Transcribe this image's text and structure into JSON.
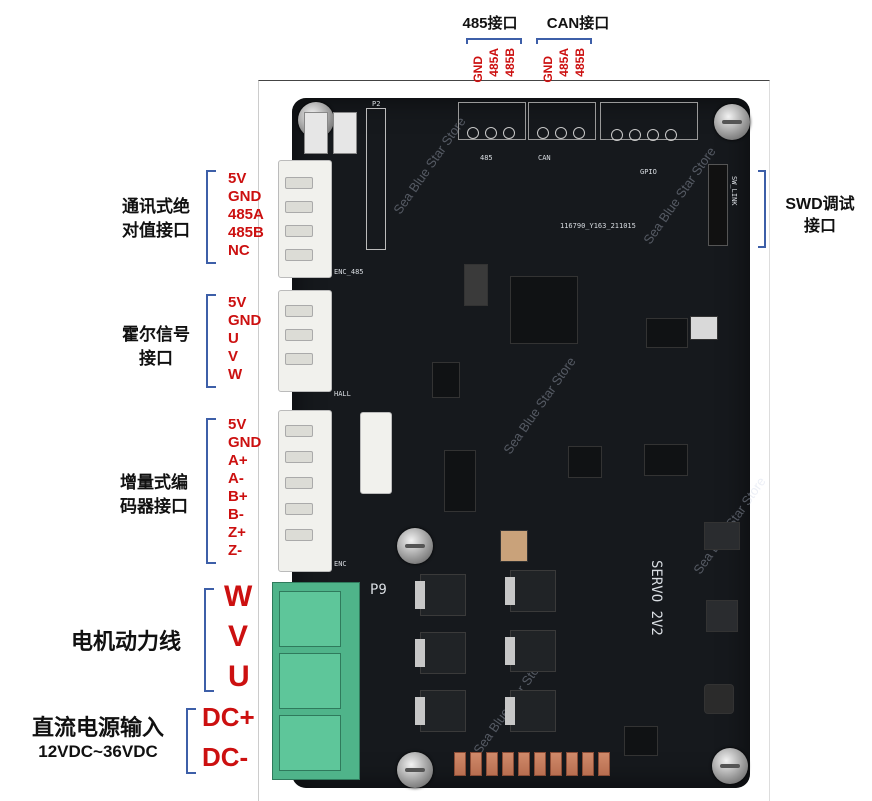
{
  "top_labels": {
    "rs485_port": "485接口",
    "can_port": "CAN接口",
    "rs485_pins": [
      "GND",
      "485A",
      "485B"
    ],
    "can_pins": [
      "GND",
      "485A",
      "485B"
    ]
  },
  "left_groups": {
    "abs_encoder": {
      "title_line1": "通讯式绝",
      "title_line2": "对值接口",
      "pins": [
        "5V",
        "GND",
        "485A",
        "485B",
        "NC"
      ]
    },
    "hall": {
      "title_line1": "霍尔信号",
      "title_line2": "接口",
      "pins": [
        "5V",
        "GND",
        "U",
        "V",
        "W"
      ]
    },
    "inc_encoder": {
      "title_line1": "增量式编",
      "title_line2": "码器接口",
      "pins": [
        "5V",
        "GND",
        "A+",
        "A-",
        "B+",
        "B-",
        "Z+",
        "Z-"
      ]
    },
    "motor_power": {
      "title": "电机动力线",
      "pins": [
        "W",
        "V",
        "U"
      ]
    },
    "dc_input": {
      "title": "直流电源输入",
      "range": "12VDC~36VDC",
      "pins": [
        "DC+",
        "DC-"
      ]
    }
  },
  "right_labels": {
    "swd_line1": "SWD调试",
    "swd_line2": "接口"
  },
  "pcb_silk": {
    "board_id": "116790_Y163_211015",
    "model": "SERVO 2V2",
    "p9": "P9",
    "gpio": "GPIO",
    "swd_link": "SW_LINK",
    "enc_485": "ENC_485",
    "hall": "HALL",
    "enc": "ENC",
    "p2": "P2",
    "rs485_silk": "485",
    "can_silk": "CAN"
  },
  "watermark": "Sea Blue Star Store"
}
